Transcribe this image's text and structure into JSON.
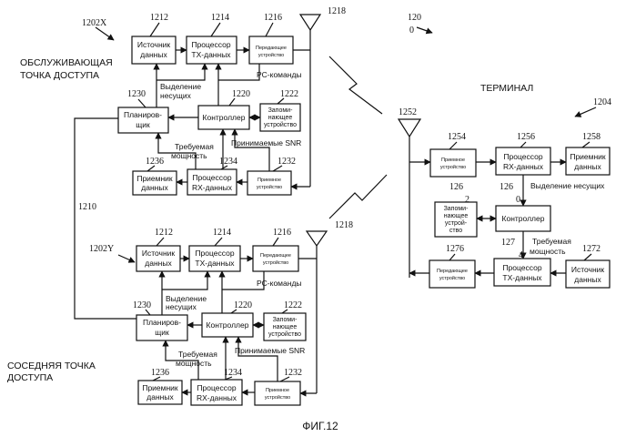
{
  "figure": {
    "caption": "ФИГ.12",
    "system_ref": "120",
    "system_ref_mark": "0"
  },
  "serving_ap": {
    "title_line1": "ОБСЛУЖИВАЮЩАЯ",
    "title_line2": "ТОЧКА ДОСТУПА",
    "ref": "1202X",
    "antenna_ref": "1218",
    "blocks": {
      "data_source": {
        "ref": "1212",
        "line1": "Источник",
        "line2": "данных"
      },
      "tx_processor": {
        "ref": "1214",
        "line1": "Процессор",
        "line2": "TX-данных"
      },
      "transmitter": {
        "ref": "1216",
        "line1": "Передающее",
        "line2": "устройство"
      },
      "scheduler": {
        "ref": "1230",
        "line1": "Планиров-",
        "line2": "щик"
      },
      "controller": {
        "ref": "1220",
        "line1": "Контроллер"
      },
      "memory": {
        "ref": "1222",
        "line1": "Запоми-",
        "line2": "нающее",
        "line3": "устройство"
      },
      "data_sink": {
        "ref": "1236",
        "line1": "Приемник",
        "line2": "данных"
      },
      "rx_processor": {
        "ref": "1234",
        "line1": "Процессор",
        "line2": "RX-данных"
      },
      "receiver": {
        "ref": "1232",
        "line1": "Приемное",
        "line2": "устройство"
      }
    },
    "signals": {
      "pc_commands": "PC-команды",
      "subcarrier_alloc_line1": "Выделение",
      "subcarrier_alloc_line2": "несущих",
      "required_power_line1": "Требуемая",
      "required_power_line2": "мощность",
      "received_snr": "Принимаемые SNR"
    }
  },
  "neighbor_ap": {
    "title_line1": "СОСЕДНЯЯ ТОЧКА",
    "title_line2": "ДОСТУПА",
    "ref": "1202Y",
    "antenna_ref": "1218",
    "blocks": {
      "data_source": {
        "ref": "1212",
        "line1": "Источник",
        "line2": "данных"
      },
      "tx_processor": {
        "ref": "1214",
        "line1": "Процессор",
        "line2": "TX-данных"
      },
      "transmitter": {
        "ref": "1216",
        "line1": "Передающее",
        "line2": "устройство"
      },
      "scheduler": {
        "ref": "1230",
        "line1": "Планиров-",
        "line2": "щик"
      },
      "controller": {
        "ref": "1220",
        "line1": "Контроллер"
      },
      "memory": {
        "ref": "1222",
        "line1": "Запоми-",
        "line2": "нающее",
        "line3": "устройство"
      },
      "data_sink": {
        "ref": "1236",
        "line1": "Приемник",
        "line2": "данных"
      },
      "rx_processor": {
        "ref": "1234",
        "line1": "Процессор",
        "line2": "RX-данных"
      },
      "receiver": {
        "ref": "1232",
        "line1": "Приемное",
        "line2": "устройство"
      }
    },
    "signals": {
      "pc_commands": "PC-команды",
      "subcarrier_alloc_line1": "Выделение",
      "subcarrier_alloc_line2": "несущих",
      "required_power_line1": "Требуемая",
      "required_power_line2": "мощность",
      "received_snr": "Принимаемые SNR"
    }
  },
  "backhaul_ref": "1210",
  "terminal": {
    "title": "ТЕРМИНАЛ",
    "ref": "1204",
    "antenna_ref": "1252",
    "blocks": {
      "receiver": {
        "ref": "1254",
        "line1": "Приемное",
        "line2": "устройство"
      },
      "rx_processor": {
        "ref": "1256",
        "line1": "Процессор",
        "line2": "RX-данных"
      },
      "data_sink": {
        "ref": "1258",
        "line1": "Приемник",
        "line2": "данных"
      },
      "memory": {
        "ref": "126",
        "ref_mark": "2",
        "line1": "Запоми-",
        "line2": "нающее",
        "line3": "устрой-",
        "line4": "ство"
      },
      "controller": {
        "ref": "126",
        "ref_mark": "0",
        "line1": "Контроллер"
      },
      "transmitter": {
        "ref": "1276",
        "line1": "Передающее",
        "line2": "устройство"
      },
      "tx_processor": {
        "ref": "127",
        "ref_mark": "4",
        "line1": "Процессор",
        "line2": "TX-данных"
      },
      "data_source": {
        "ref": "1272",
        "line1": "Источник",
        "line2": "данных"
      }
    },
    "signals": {
      "subcarrier_alloc": "Выделение несущих",
      "required_power_line1": "Требуемая",
      "required_power_line2": "мощность"
    }
  }
}
